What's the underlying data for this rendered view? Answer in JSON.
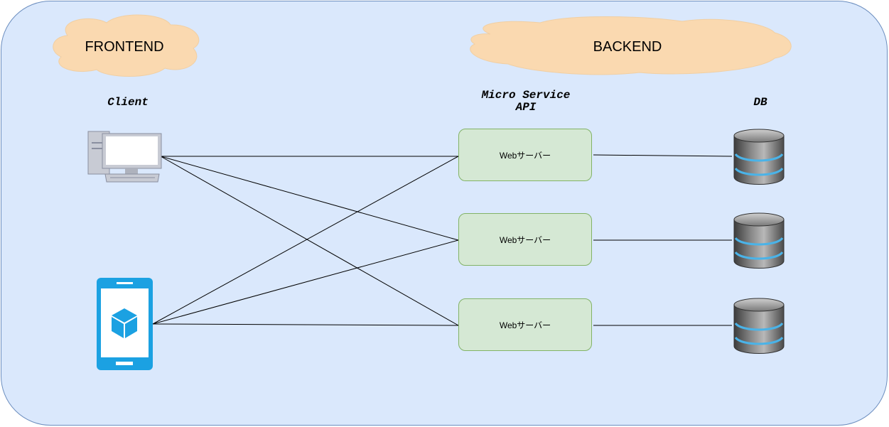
{
  "clouds": {
    "frontend": "FRONTEND",
    "backend": "BACKEND"
  },
  "headings": {
    "client": "Client",
    "api_line1": "Micro Service",
    "api_line2": "API",
    "db": "DB"
  },
  "servers": [
    {
      "label": "Webサーバー"
    },
    {
      "label": "Webサーバー"
    },
    {
      "label": "Webサーバー"
    }
  ],
  "icons": {
    "pc": "desktop-computer-icon",
    "mobile": "mobile-phone-icon",
    "database": "database-icon"
  },
  "colors": {
    "container_fill": "#dae8fc",
    "container_stroke": "#6c8ebf",
    "cloud_fill": "#fad9b0",
    "server_fill": "#d5e8d4",
    "server_stroke": "#82b366",
    "mobile_blue": "#1ba1e2"
  }
}
